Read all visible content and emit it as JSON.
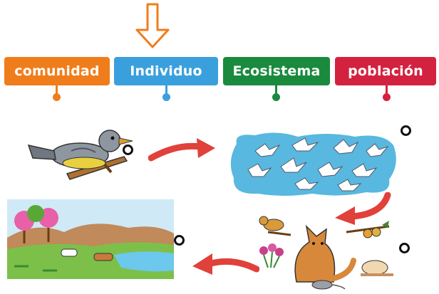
{
  "labels": [
    {
      "text": "comunidad",
      "color": "#f07d1b"
    },
    {
      "text": "Individuo",
      "color": "#3aa0dd"
    },
    {
      "text": "Ecosistema",
      "color": "#1a8a3e"
    },
    {
      "text": "población",
      "color": "#d3223f"
    }
  ],
  "indicator": {
    "icon": "down-arrow-outline-icon",
    "color": "#f07d1b"
  },
  "arrow_color": "#e0413a",
  "images": [
    "bird-on-branch",
    "flock-of-doves",
    "animals-group",
    "landscape-ecosystem"
  ]
}
